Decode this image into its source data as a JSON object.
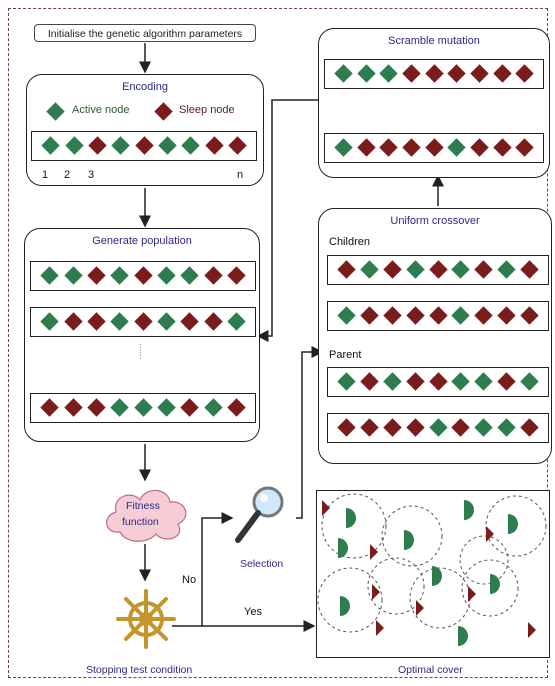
{
  "init": {
    "label": "Initialise the genetic algorithm parameters"
  },
  "encoding": {
    "title": "Encoding",
    "legend_active": "Active node",
    "legend_sleep": "Sleep node",
    "genes": [
      "g",
      "g",
      "r",
      "g",
      "r",
      "g",
      "g",
      "r",
      "r"
    ],
    "index_labels": [
      "1",
      "2",
      "3",
      "n"
    ]
  },
  "population": {
    "title": "Generate population",
    "rows": [
      [
        "g",
        "g",
        "r",
        "g",
        "r",
        "g",
        "g",
        "r",
        "r"
      ],
      [
        "g",
        "r",
        "r",
        "g",
        "r",
        "g",
        "r",
        "r",
        "g"
      ],
      [
        "r",
        "r",
        "r",
        "g",
        "g",
        "g",
        "r",
        "g",
        "r"
      ]
    ],
    "ellipsis": "......"
  },
  "mutation": {
    "title": "Scramble mutation",
    "rows": [
      [
        "g",
        "g",
        "g",
        "r",
        "r",
        "r",
        "r",
        "r",
        "r"
      ],
      [
        "g",
        "r",
        "r",
        "r",
        "r",
        "g",
        "r",
        "r",
        "r"
      ]
    ]
  },
  "crossover": {
    "title": "Uniform crossover",
    "children_label": "Children",
    "parent_label": "Parent",
    "rows": [
      [
        "r",
        "g",
        "r",
        "g",
        "r",
        "g",
        "r",
        "g",
        "r"
      ],
      [
        "g",
        "r",
        "r",
        "r",
        "r",
        "g",
        "r",
        "r",
        "r"
      ],
      [
        "g",
        "r",
        "g",
        "r",
        "r",
        "g",
        "g",
        "r",
        "g"
      ],
      [
        "r",
        "r",
        "r",
        "r",
        "g",
        "r",
        "g",
        "g",
        "r"
      ]
    ]
  },
  "fitness": {
    "line1": "Fitness",
    "line2": "function"
  },
  "selection": {
    "label": "Selection"
  },
  "stopping": {
    "label": "Stopping test condition"
  },
  "branches": {
    "no": "No",
    "yes": "Yes"
  },
  "optimal": {
    "label": "Optimal cover"
  },
  "colors": {
    "active": "#2e7d4f",
    "sleep": "#7a1c1c",
    "title_text": "#2a2a8a",
    "cloud_fill": "#f6cdd6"
  },
  "icons": [
    "magnifier-icon",
    "ship-wheel-icon",
    "cloud-shape"
  ]
}
